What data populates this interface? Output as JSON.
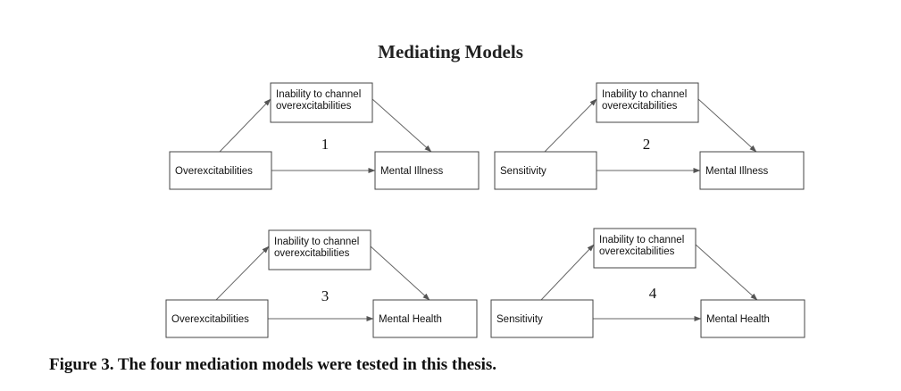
{
  "title": "Mediating Models",
  "caption": "Figure 3. The four mediation models were tested in this thesis.",
  "models": [
    {
      "number": "1",
      "predictor": "Overexcitabilities",
      "mediator": [
        "Inability to channel",
        "overexcitabilities"
      ],
      "outcome": "Mental Illness"
    },
    {
      "number": "2",
      "predictor": "Sensitivity",
      "mediator": [
        "Inability to channel",
        "overexcitabilities"
      ],
      "outcome": "Mental Illness"
    },
    {
      "number": "3",
      "predictor": "Overexcitabilities",
      "mediator": [
        "Inability to channel",
        "overexcitabilities"
      ],
      "outcome": "Mental Health"
    },
    {
      "number": "4",
      "predictor": "Sensitivity",
      "mediator": [
        "Inability to channel",
        "overexcitabilities"
      ],
      "outcome": "Mental Health"
    }
  ]
}
